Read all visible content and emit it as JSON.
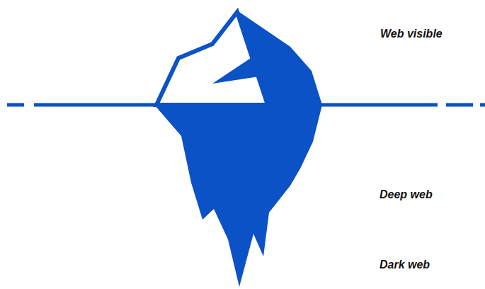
{
  "diagram": {
    "labels": [
      "Web visible",
      "Deep web",
      "Dark web"
    ]
  }
}
